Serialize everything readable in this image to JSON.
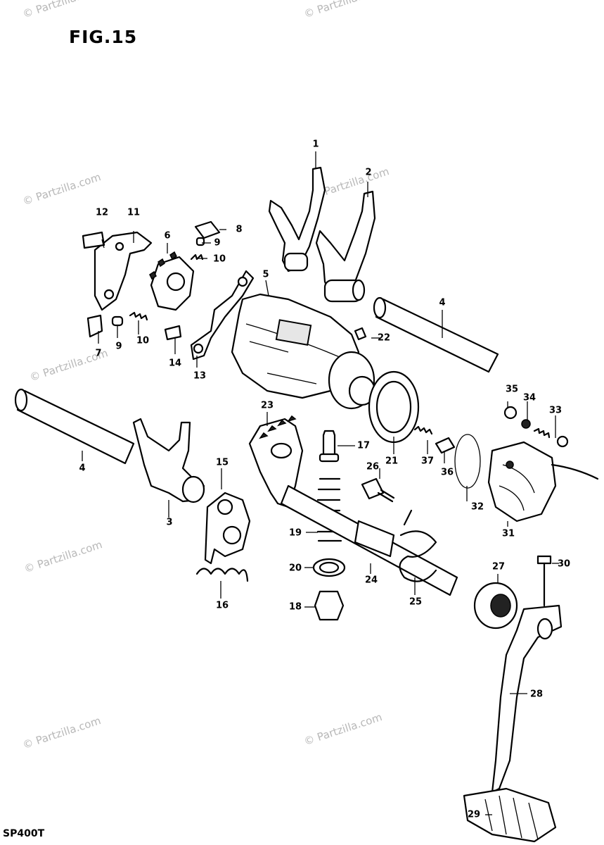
{
  "figure": {
    "title": "FIG.15",
    "code": "SP400T"
  },
  "watermark": {
    "text": "© Partzilla.com",
    "color": "#b8b8b8"
  },
  "callouts": [
    {
      "id": "c1",
      "label": "1"
    },
    {
      "id": "c2",
      "label": "2"
    },
    {
      "id": "c3",
      "label": "3"
    },
    {
      "id": "c4a",
      "label": "4"
    },
    {
      "id": "c4b",
      "label": "4"
    },
    {
      "id": "c5",
      "label": "5"
    },
    {
      "id": "c6",
      "label": "6"
    },
    {
      "id": "c7",
      "label": "7"
    },
    {
      "id": "c8",
      "label": "8"
    },
    {
      "id": "c9a",
      "label": "9"
    },
    {
      "id": "c9b",
      "label": "9"
    },
    {
      "id": "c10a",
      "label": "10"
    },
    {
      "id": "c10b",
      "label": "10"
    },
    {
      "id": "c11",
      "label": "11"
    },
    {
      "id": "c12",
      "label": "12"
    },
    {
      "id": "c13",
      "label": "13"
    },
    {
      "id": "c14",
      "label": "14"
    },
    {
      "id": "c15",
      "label": "15"
    },
    {
      "id": "c16",
      "label": "16"
    },
    {
      "id": "c17",
      "label": "17"
    },
    {
      "id": "c18",
      "label": "18"
    },
    {
      "id": "c19",
      "label": "19"
    },
    {
      "id": "c20",
      "label": "20"
    },
    {
      "id": "c21",
      "label": "21"
    },
    {
      "id": "c22",
      "label": "22"
    },
    {
      "id": "c23",
      "label": "23"
    },
    {
      "id": "c24",
      "label": "24"
    },
    {
      "id": "c25",
      "label": "25"
    },
    {
      "id": "c26",
      "label": "26"
    },
    {
      "id": "c27",
      "label": "27"
    },
    {
      "id": "c28",
      "label": "28"
    },
    {
      "id": "c29",
      "label": "29"
    },
    {
      "id": "c30",
      "label": "30"
    },
    {
      "id": "c31",
      "label": "31"
    },
    {
      "id": "c32",
      "label": "32"
    },
    {
      "id": "c33",
      "label": "33"
    },
    {
      "id": "c34",
      "label": "34"
    },
    {
      "id": "c35",
      "label": "35"
    },
    {
      "id": "c36",
      "label": "36"
    },
    {
      "id": "c37",
      "label": "37"
    }
  ]
}
